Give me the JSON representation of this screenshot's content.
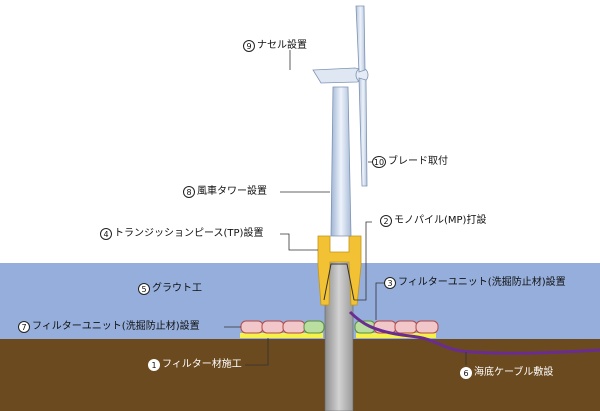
{
  "labels": [
    {
      "id": "nacelle",
      "num": "9",
      "text": "ナセル設置",
      "filled": false
    },
    {
      "id": "blade",
      "num": "10",
      "text": "ブレード取付",
      "filled": false
    },
    {
      "id": "tower",
      "num": "8",
      "text": "風車タワー設置",
      "filled": false
    },
    {
      "id": "monopile",
      "num": "2",
      "text": "モノパイル(MP)打設",
      "filled": false
    },
    {
      "id": "tp",
      "num": "4",
      "text": "トランジッションピース(TP)設置",
      "filled": false
    },
    {
      "id": "grout",
      "num": "5",
      "text": "グラウト工",
      "filled": false
    },
    {
      "id": "filter-right",
      "num": "3",
      "text": "フィルターユニット(洗掘防止材)設置",
      "filled": false
    },
    {
      "id": "filter-left",
      "num": "7",
      "text": "フィルターユニット(洗掘防止材)設置",
      "filled": false
    },
    {
      "id": "filter-material",
      "num": "1",
      "text": "フィルター材施工",
      "filled": true
    },
    {
      "id": "cable",
      "num": "6",
      "text": "海底ケーブル敷設",
      "filled": true
    }
  ],
  "colors": {
    "sea": "#95aedb",
    "seabed": "#6b4a1f",
    "tower": "#dfe9f6",
    "monopile": "#b4b4b4",
    "tp": "#f2c234",
    "filter_red": "#f1c7c9",
    "filter_green": "#b9dea0",
    "filter_material": "#f5f04a",
    "cable": "#6a2c91"
  }
}
